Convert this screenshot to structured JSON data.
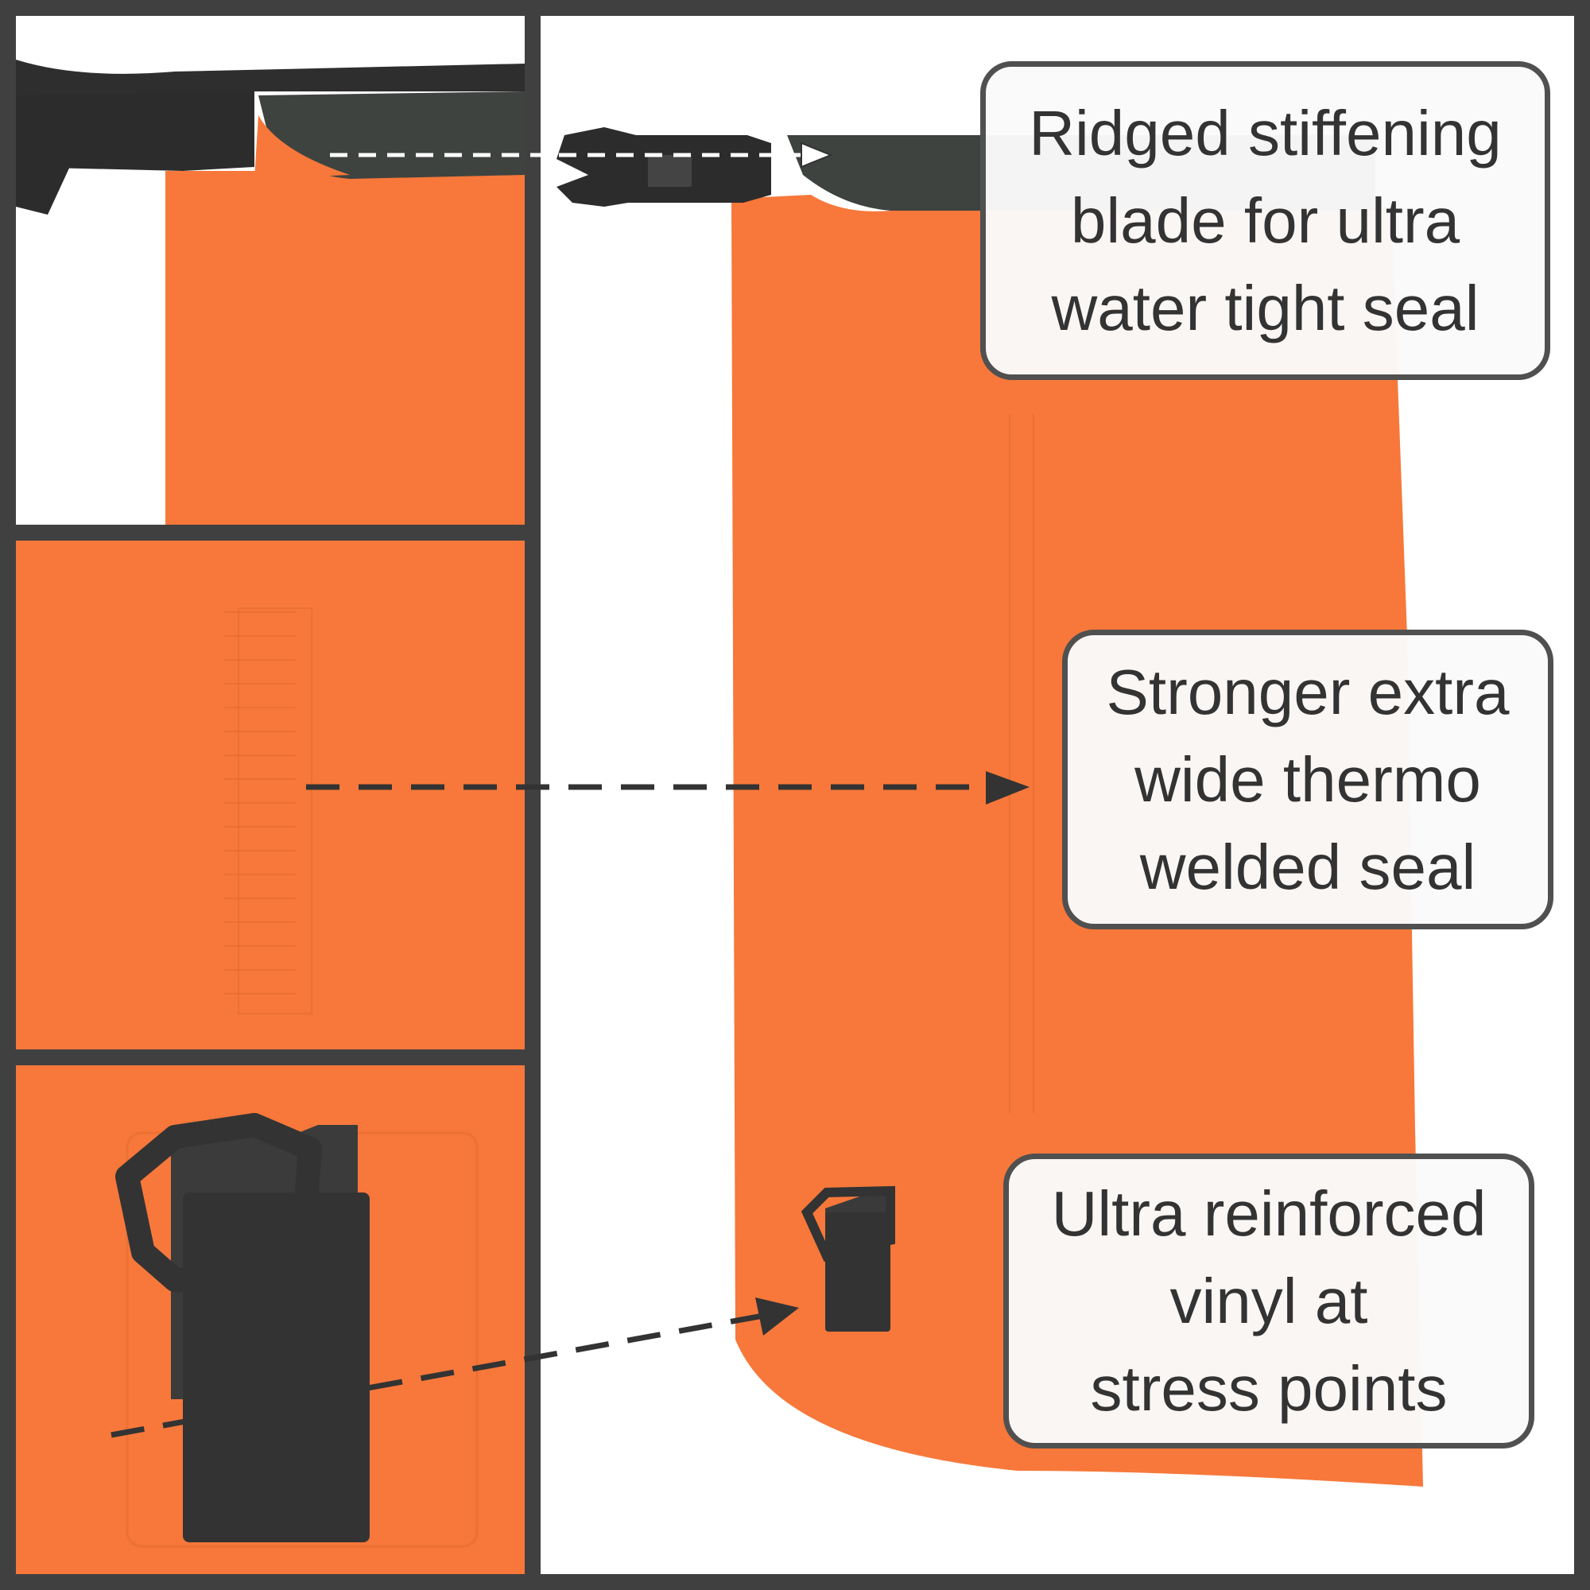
{
  "colors": {
    "frame": "#404040",
    "bag_orange": "#f7783a",
    "strap_dark": "#3a3a3a",
    "callout_border": "#505050",
    "callout_text": "#333333"
  },
  "callouts": [
    {
      "text": "Ridged stiffening\nblade for ultra\nwater tight seal",
      "icon": "dashed-arrow"
    },
    {
      "text": "Stronger extra\nwide thermo\nwelded seal",
      "icon": "dashed-arrow"
    },
    {
      "text": "Ultra reinforced\nvinyl at\nstress points",
      "icon": "dashed-arrow"
    }
  ]
}
